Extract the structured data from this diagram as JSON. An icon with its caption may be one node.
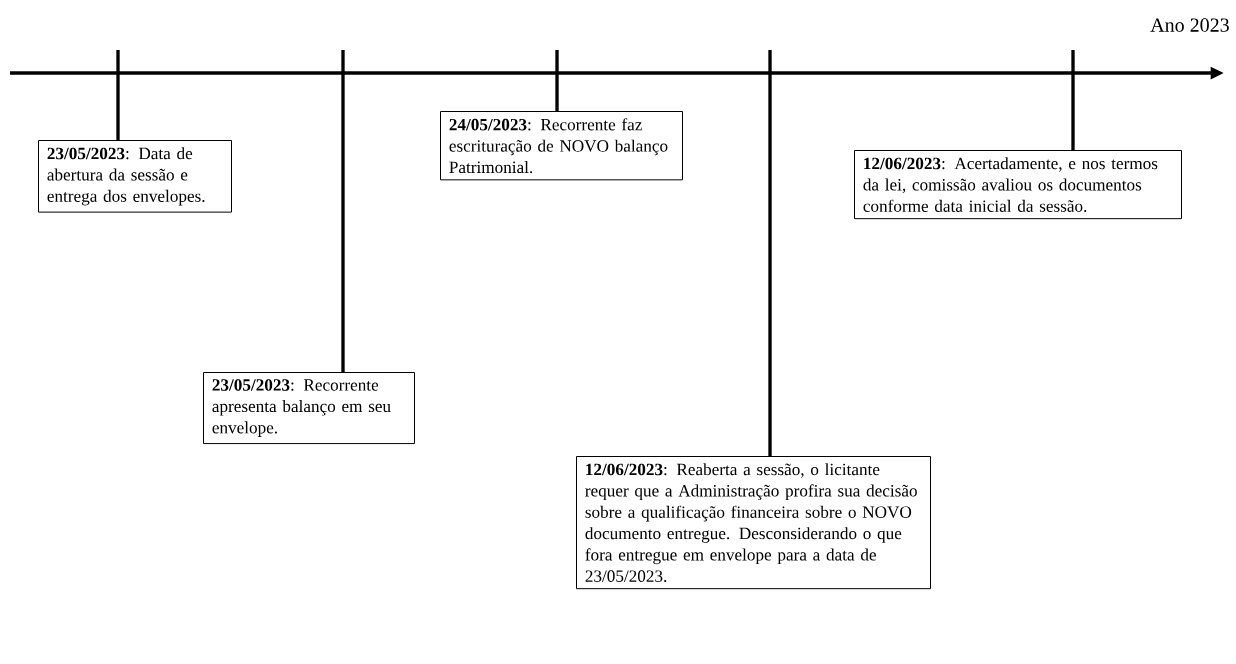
{
  "diagram": {
    "nodes": [
      {
        "text": [
          "**23/05/2023**: Data de abertura da sessão e entrega dos envelopes."
        ]
      },
      {
        "text": [
          "**23/05/2023**: Recorrente apresenta balanço em seu envelope."
        ]
      },
      {
        "text": [
          "**24/05/2023**: Recorrente faz escrituração de NOVO balanço Patrimonial."
        ]
      },
      {
        "text": [
          "**12/06/2023**: Reaberta a sessão, o licitante requer que a Administração profira sua decisão sobre a qualificação financeira sobre o NOVO documento entregue. Desconsiderando o que fora entregue em envelope para a data de 23/05/2023."
        ]
      },
      {
        "text": [
          "**12/06/2023**: Acertadamente, e nos termos da lei, comissão avaliou os documentos conforme data inicial da sessão."
        ]
      }
    ],
    "labels": [
      "Ano 2023"
    ]
  }
}
